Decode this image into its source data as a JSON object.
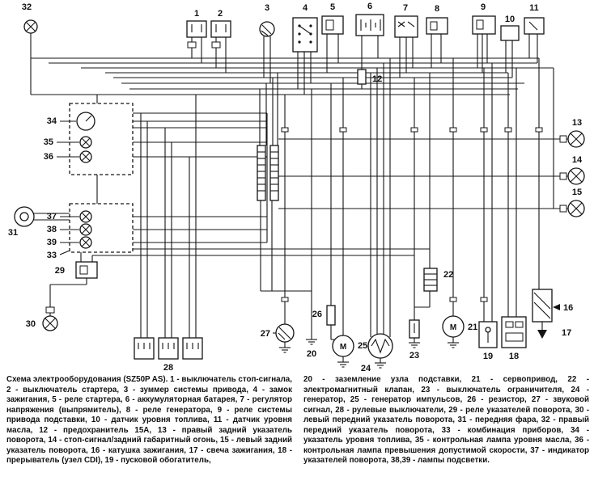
{
  "colors": {
    "ink": "#141414",
    "paper": "#ffffff"
  },
  "figure": {
    "motor": "M",
    "nums": {
      "1": "1",
      "2": "2",
      "3": "3",
      "4": "4",
      "5": "5",
      "6": "6",
      "7": "7",
      "8": "8",
      "9": "9",
      "10": "10",
      "11": "11",
      "12": "12",
      "13": "13",
      "14": "14",
      "15": "15",
      "16": "16",
      "17": "17",
      "18": "18",
      "19": "19",
      "20": "20",
      "21": "21",
      "22": "22",
      "23": "23",
      "24": "24",
      "25": "25",
      "26": "26",
      "27": "27",
      "28": "28",
      "29": "29",
      "30": "30",
      "31": "31",
      "32": "32",
      "33": "33",
      "34": "34",
      "35": "35",
      "36": "36",
      "37": "37",
      "38": "38",
      "39": "39"
    }
  },
  "legend": {
    "title": "Схема электрооборудования (SZ50P AS).",
    "left": "1 - выключатель стоп-сигнала, 2 - выключатель стартера, 3 - зуммер системы привода, 4 - замок зажигания, 5 - реле стартера, 6 - аккумуляторная батарея, 7 - регулятор напряжения (выпрямитель), 8 - реле генератора, 9 - реле системы привода подставки, 10 - датчик уровня топлива, 11 - датчик уровня масла, 12 - предохранитель 15А, 13 - правый задний указатель поворота, 14 - стоп-сигнал/задний габаритный огонь, 15 - левый задний указатель поворота, 16 - катушка зажигания, 17 - свеча зажигания, 18 - прерыватель (узел CDI), 19 - пусковой обогатитель,",
    "right": "20 - заземление узла подставки, 21 - сервопривод, 22 - электромагнитный клапан, 23 - выключатель ограничителя, 24 - генератор, 25 - генератор импульсов, 26 - резистор, 27 - звуковой сигнал, 28 - рулевые выключатели, 29 - реле указателей поворота, 30 - левый передний указатель поворота, 31 - передняя фара, 32 - правый передний указатель поворота, 33 - комбинация приборов, 34 - указатель уровня топлива, 35 - контрольная лампа уровня масла, 36 - контрольная лампа превышения допустимой скорости, 37 - индикатор указателей поворота, 38,39 - лампы подсветки."
  }
}
